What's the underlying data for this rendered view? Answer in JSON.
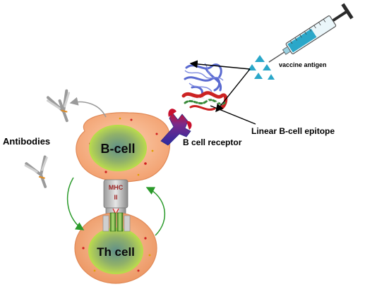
{
  "labels": {
    "vaccine_antigen": "vaccine antigen",
    "linear_epitope": "Linear B-cell epitope",
    "b_cell_receptor": "B cell receptor",
    "antibodies": "Antibodies",
    "b_cell": "B-cell",
    "th_cell": "Th cell",
    "mhc_line1": "MHC",
    "mhc_line2": "II"
  },
  "colors": {
    "b_cell_body": "#f7b58c",
    "th_cell_body": "#f0a97e",
    "nucleus_green": "#b6dc4a",
    "nucleus_core": "#6f9a8e",
    "receptor": "#3a2a9a",
    "receptor_tip": "#c8102e",
    "syringe_fluid": "#2aa7c9",
    "antigen": "#2aa7c9",
    "arrow_green": "#2a9a2a",
    "arrow_gray": "#9a9a9a",
    "protein_blue": "#5a6ad0",
    "epitope_red": "#cc2222",
    "epitope_green": "#3a8a3a"
  },
  "icons": [
    "syringe-icon",
    "antigen-triangle-icon",
    "protein-structure-icon",
    "antibody-icon",
    "receptor-icon",
    "mhc-ii-icon",
    "tcr-icon"
  ]
}
